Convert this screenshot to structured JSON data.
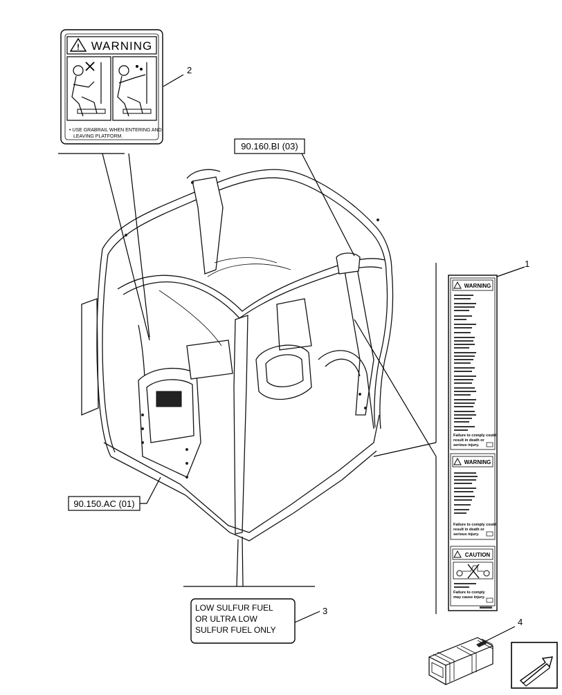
{
  "labels": {
    "warning_top": {
      "header": "WARNING",
      "caption_line1": "• USE GRABRAIL WHEN ENTERING AND",
      "caption_line2": "LEAVING PLATFORM."
    },
    "decal_right": {
      "warning1_header": "WARNING",
      "warning1_footer_line1": "Failure to comply could",
      "warning1_footer_line2": "result in death or",
      "warning1_footer_line3": "serious injury.",
      "warning2_header": "WARNING",
      "warning2_footer_line1": "Failure to comply could",
      "warning2_footer_line2": "result in death or",
      "warning2_footer_line3": "serious injury.",
      "caution_header": "CAUTION",
      "caution_footer_line1": "Failure to comply",
      "caution_footer_line2": "may cause injury."
    },
    "fuel_decal": {
      "line1": "LOW   SULFUR   FUEL",
      "line2": "OR   ULTRA  LOW",
      "line3": "SULFUR   FUEL   ONLY"
    }
  },
  "callouts": {
    "num1": "1",
    "num2": "2",
    "num3": "3",
    "num4": "4",
    "ref_top": "90.160.BI (03)",
    "ref_left": "90.150.AC (01)"
  },
  "icons": [
    "warning-triangle-icon",
    "operator-grabrail-icon",
    "shipping-crate-icon",
    "next-page-arrow-icon",
    "tractor-icon"
  ]
}
